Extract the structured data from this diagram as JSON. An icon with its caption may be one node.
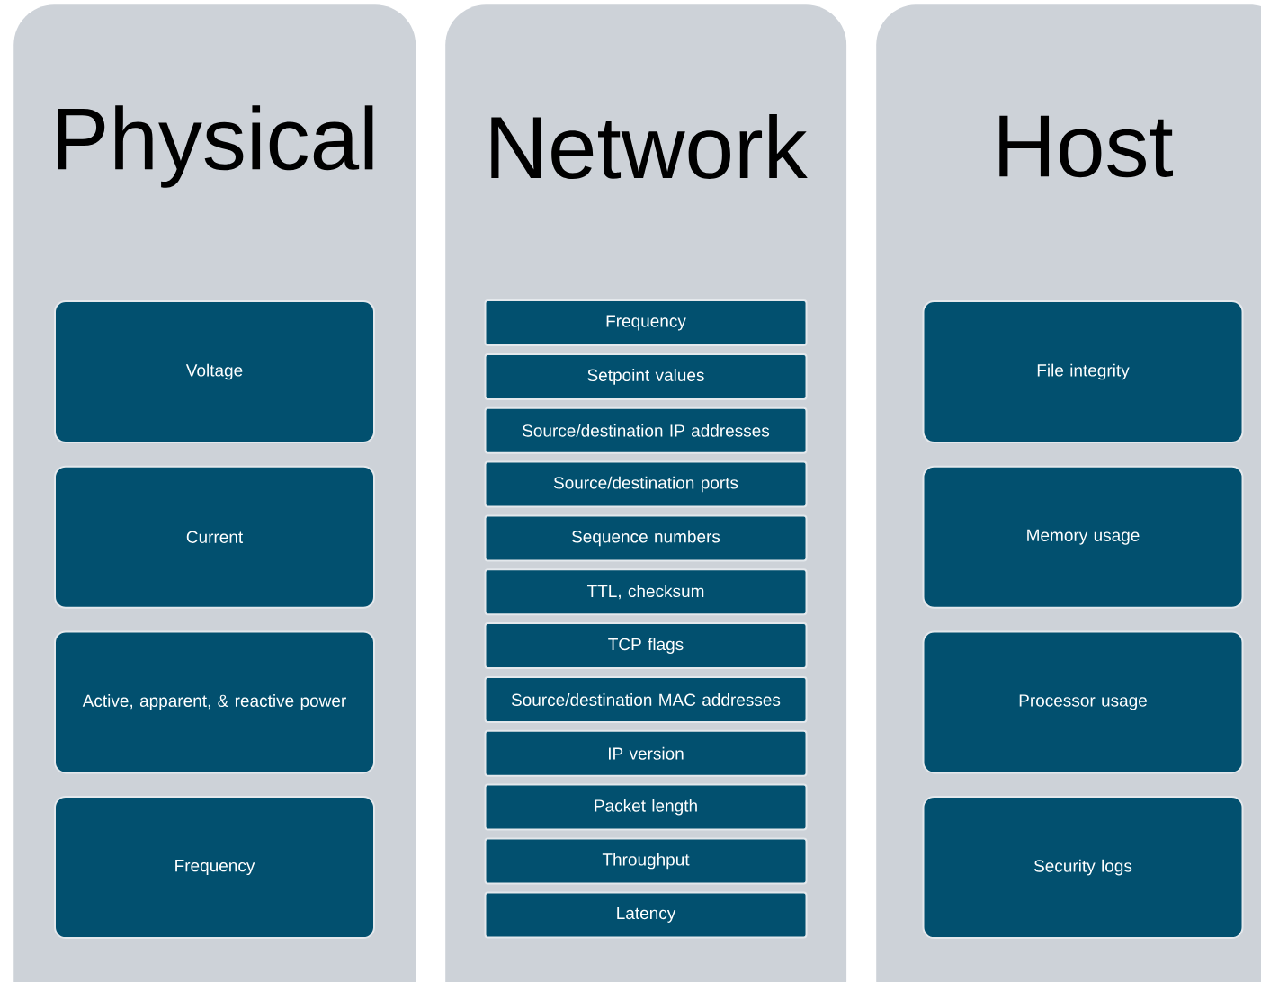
{
  "diagram": {
    "nodes": [
      {
        "text": [
          "Physical"
        ]
      },
      {
        "text": [
          "Voltage"
        ],
        "in": 0
      },
      {
        "text": [
          "Current"
        ],
        "in": 0
      },
      {
        "text": [
          "Active, apparent, & reactive power"
        ],
        "in": 0
      },
      {
        "text": [
          "Frequency"
        ],
        "in": 0
      },
      {
        "text": [
          "Network"
        ]
      },
      {
        "text": [
          "Frequency"
        ],
        "in": 5
      },
      {
        "text": [
          "Setpoint values"
        ],
        "in": 5
      },
      {
        "text": [
          "Source/destination IP addresses"
        ],
        "in": 5
      },
      {
        "text": [
          "Source/destination ports"
        ],
        "in": 5
      },
      {
        "text": [
          "Sequence numbers"
        ],
        "in": 5
      },
      {
        "text": [
          "TTL, checksum"
        ],
        "in": 5
      },
      {
        "text": [
          "TCP flags"
        ],
        "in": 5
      },
      {
        "text": [
          "Source/destination MAC addresses"
        ],
        "in": 5
      },
      {
        "text": [
          "IP version"
        ],
        "in": 5
      },
      {
        "text": [
          "Packet length"
        ],
        "in": 5
      },
      {
        "text": [
          "Throughput"
        ],
        "in": 5
      },
      {
        "text": [
          "Latency"
        ],
        "in": 5
      },
      {
        "text": [
          "Host"
        ]
      },
      {
        "text": [
          "File integrity"
        ],
        "in": 18
      },
      {
        "text": [
          "Memory usage"
        ],
        "in": 18
      },
      {
        "text": [
          "Processor usage"
        ],
        "in": 18
      },
      {
        "text": [
          "Security logs"
        ],
        "in": 18
      }
    ]
  }
}
